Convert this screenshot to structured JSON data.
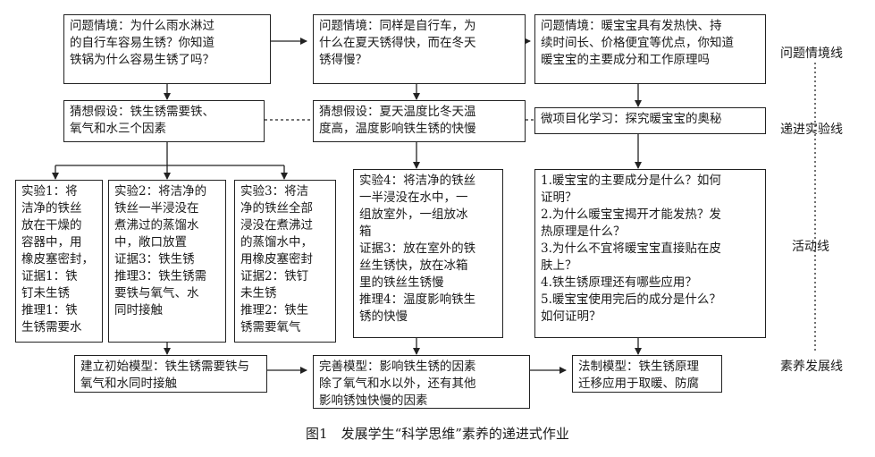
{
  "row1": [
    {
      "text": "问题情境：为什么雨水淋过\n的自行车容易生锈？你知道\n铁锅为什么容易生锈了吗？"
    },
    {
      "text": "问题情境：同样是自行车，为\n什么在夏天锈得快，而在冬天\n锈得慢？"
    },
    {
      "text": "问题情境：暖宝宝具有发热快、持\n续时间长、价格便宜等优点，你知道\n暖宝宝的主要成分和工作原理吗"
    }
  ],
  "row2": [
    {
      "text": "猜想假设：铁生锈需要铁、\n氧气和水三个因素"
    },
    {
      "text": "猜想假设：夏天温度比冬天温\n度高，温度影响铁生锈的快慢"
    },
    {
      "text": "微项目化学习：探究暖宝宝的奥秘"
    }
  ],
  "experiments": [
    {
      "text": "实验1：将\n洁净的铁丝\n放在干燥的\n容器中，用\n橡皮塞密封，\n证据1：铁\n钉未生锈\n推理1：铁\n生锈需要水"
    },
    {
      "text": "实验2：将洁净的\n铁丝一半浸没在\n煮沸过的蒸馏水\n中，敞口放置\n证据3：铁生锈\n推理3：铁生锈需\n要铁与氧气、水\n同时接触"
    },
    {
      "text": "实验3：将洁\n净的铁丝全部\n浸没在煮沸过\n的蒸馏水中，\n用橡皮塞密封\n证据2：铁钉\n未生锈\n推理2：铁生\n锈需要氧气"
    },
    {
      "text": "实验4：将洁净的铁丝\n一半浸没在水中，一\n组放室外，一组放冰\n箱\n证据3：放在室外的铁\n丝生锈快，放在冰箱\n里的铁丝生锈慢\n推理4：温度影响铁生\n锈的快慢"
    },
    {
      "text": "1.暖宝宝的主要成分是什么？如何\n证明？\n2.为什么暖宝宝揭开才能发热？发\n热原理是什么？\n3.为什么不宜将暖宝宝直接贴在皮\n肤上？\n4.铁生锈原理还有哪些应用？\n5.暖宝宝使用完后的成分是什么？\n如何证明？"
    }
  ],
  "models": [
    {
      "text": "建立初始模型：铁生锈需要铁与\n氧气和水同时接触"
    },
    {
      "text": "完善模型：影响铁生锈的因素\n除了氧气和水以外，还有其他\n影响锈蚀快慢的因素"
    },
    {
      "text": "法制模型：铁生锈原理\n迁移应用于取暖、防腐"
    }
  ],
  "lanes": [
    "问题情境线",
    "递进实验线",
    "活动线",
    "素养发展线"
  ],
  "caption": "图1　发展学生“科学思维”素养的递进式作业"
}
